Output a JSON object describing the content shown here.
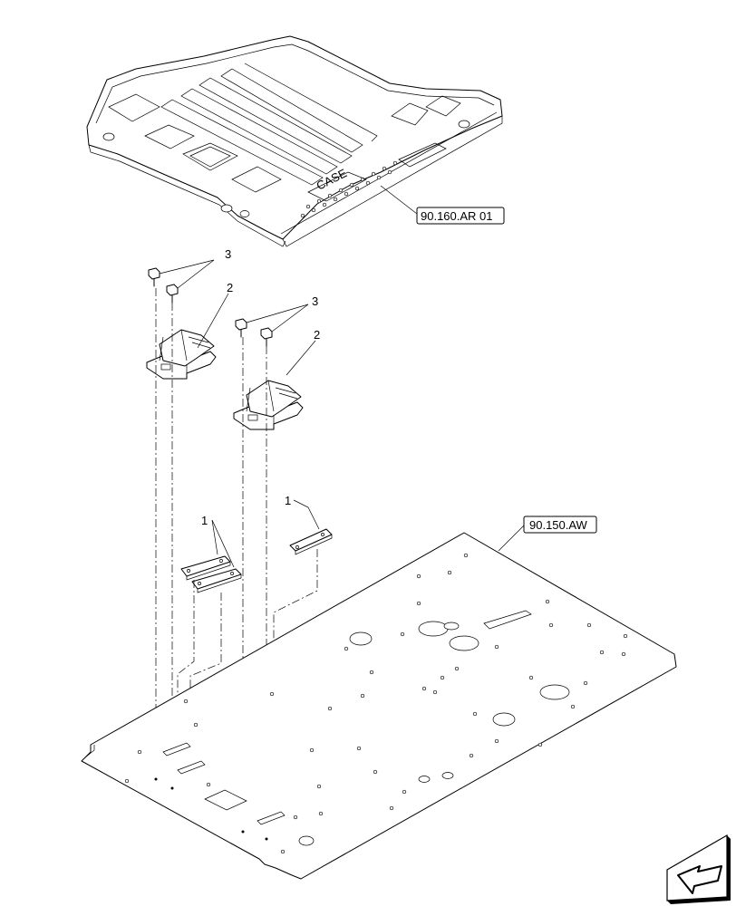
{
  "references": {
    "mat_ref": "90.160.AR 01",
    "plate_ref": "90.150.AW"
  },
  "callouts": {
    "spacer_left": "1",
    "spacer_right": "1",
    "bracket_left": "2",
    "bracket_right": "2",
    "bolts_left": "3",
    "bolts_right": "3"
  },
  "mat": {
    "logo": "CASE"
  },
  "nav": {
    "icon": "next-page-arrow-icon"
  }
}
